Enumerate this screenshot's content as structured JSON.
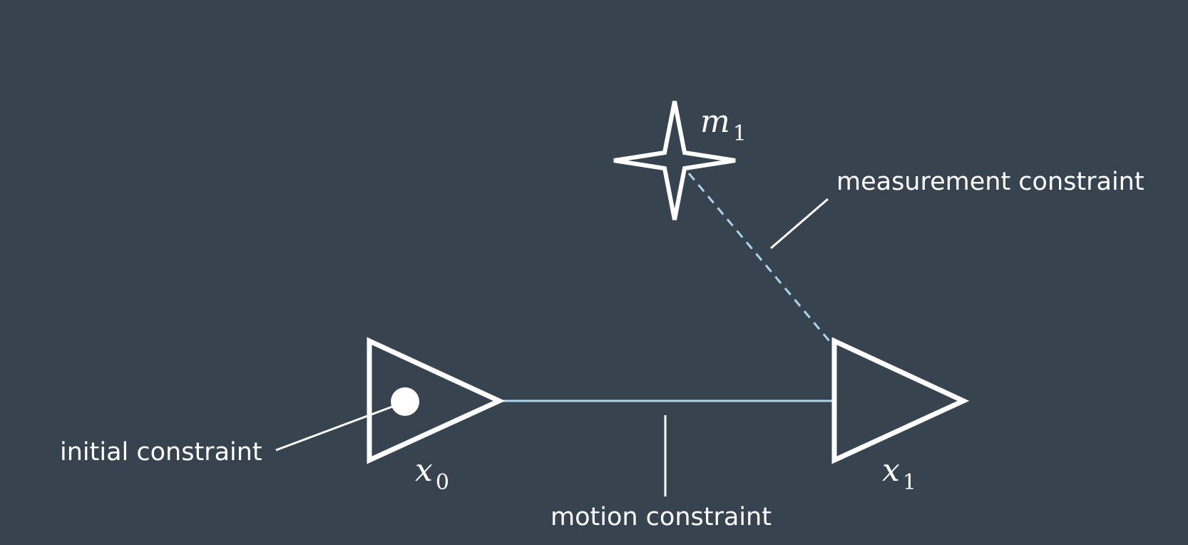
{
  "diagram": {
    "colors": {
      "background": "#37444f",
      "foreground": "#ffffff",
      "constraint_line": "#a9d6ec"
    },
    "nodes": {
      "pose_0": {
        "symbol": "x",
        "subscript": "0"
      },
      "pose_1": {
        "symbol": "x",
        "subscript": "1"
      },
      "landmark_1": {
        "symbol": "m",
        "subscript": "1"
      }
    },
    "labels": {
      "initial_constraint": "initial constraint",
      "motion_constraint": "motion constraint",
      "measurement_constraint": "measurement constraint"
    },
    "icons": {
      "pose_0": "triangle-pose-icon",
      "pose_1": "triangle-pose-icon",
      "landmark_1": "four-point-star-icon",
      "initial_marker": "filled-circle-icon"
    }
  }
}
